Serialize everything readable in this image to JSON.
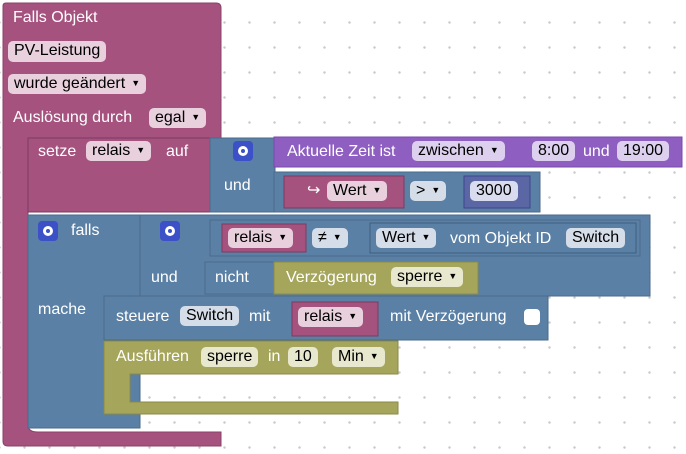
{
  "trigger": {
    "title": "Falls Objekt",
    "object": "PV-Leistung",
    "event": "wurde geändert",
    "cause_label": "Auslösung durch",
    "cause_value": "egal"
  },
  "set_block": {
    "label": "setze",
    "var": "relais",
    "on": "auf",
    "and": "und",
    "time_label": "Aktuelle Zeit ist",
    "time_mode": "zwischen",
    "time_from": "8:00",
    "time_and": "und",
    "time_to": "19:00",
    "arrow": "↪",
    "wert": "Wert",
    "op": ">",
    "threshold": "3000"
  },
  "if_block": {
    "if_label": "falls",
    "do_label": "mache",
    "and": "und",
    "var": "relais",
    "neq": "≠",
    "wert": "Wert",
    "from_obj": "vom Objekt ID",
    "obj": "Switch",
    "not": "nicht",
    "delay_label": "Verzögerung",
    "delay_name": "sperre",
    "control_label": "steuere",
    "control_obj": "Switch",
    "with": "mit",
    "control_var": "relais",
    "with_delay": "mit Verzögerung",
    "run_label": "Ausführen",
    "run_name": "sperre",
    "in": "in",
    "duration": "10",
    "unit": "Min"
  },
  "colors": {
    "trigger": "#a5527f",
    "logic": "#5b80a5",
    "time": "#8e5ec0",
    "compare": "#5b67a5",
    "var": "#a5507d",
    "timeout": "#a5a55b",
    "gear": "#3c50c8"
  },
  "icons": {
    "gear": "gear-icon",
    "dropdown": "chevron-down-icon"
  }
}
